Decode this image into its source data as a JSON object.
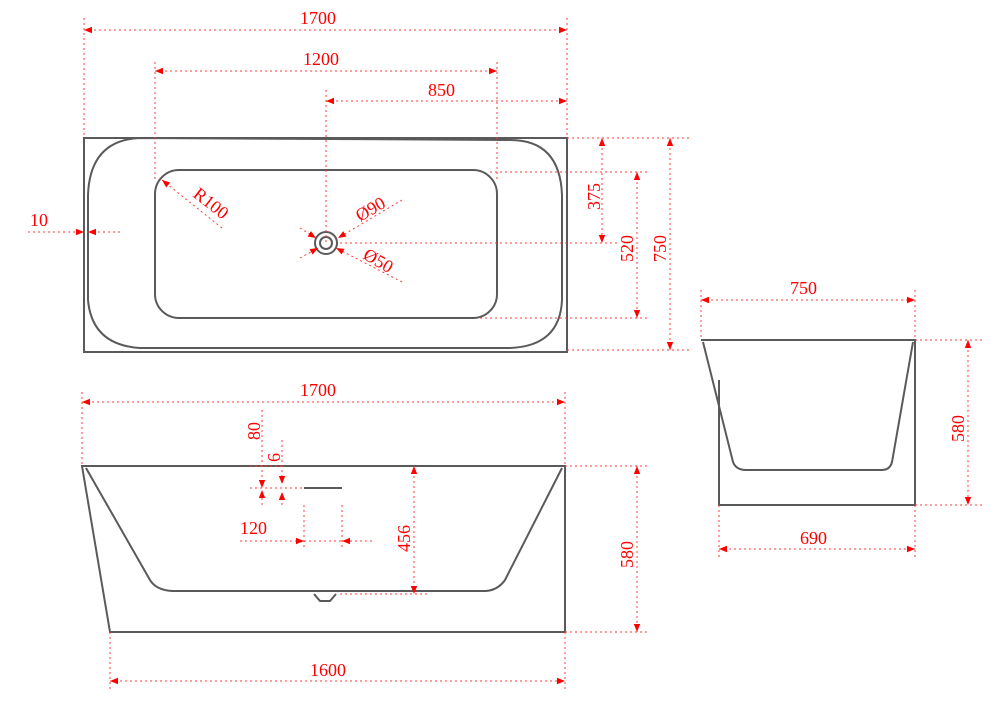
{
  "colors": {
    "dimension": "#ff0000",
    "outline": "#5a5a5a",
    "background": "#ffffff"
  },
  "top_view": {
    "overall_length": "1700",
    "inner_length": "1200",
    "drain_offset": "850",
    "wall_gap": "10",
    "corner_radius": "R100",
    "overflow_diameter": "Ø90",
    "drain_diameter": "Ø50",
    "drain_depth_pos": "375",
    "inner_width": "520",
    "overall_width": "750"
  },
  "front_view": {
    "top_length": "1700",
    "bottom_length": "1600",
    "overflow_height": "80",
    "overflow_gap": "6",
    "overflow_width": "120",
    "inner_depth": "456",
    "overall_height": "580"
  },
  "side_view": {
    "top_width": "750",
    "bottom_width": "690",
    "overall_height": "580"
  }
}
